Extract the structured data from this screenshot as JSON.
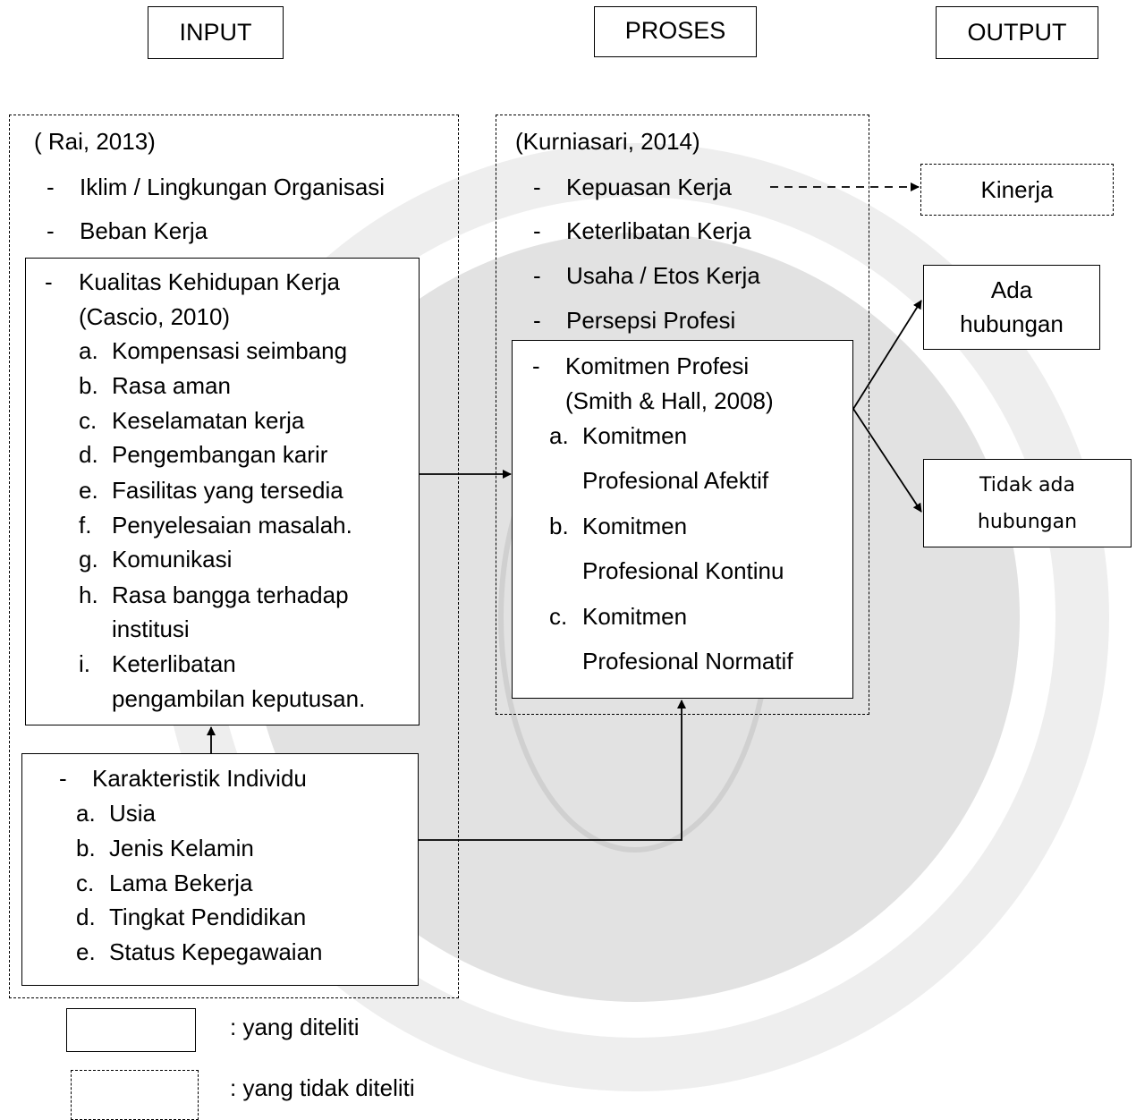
{
  "headers": {
    "input": "INPUT",
    "proses": "PROSES",
    "output": "OUTPUT"
  },
  "input": {
    "source": "( Rai, 2013)",
    "items": [
      "Iklim / Lingkungan Organisasi",
      "Beban Kerja"
    ],
    "qwl": {
      "title": "Kualitas Kehidupan Kerja",
      "source": "(Cascio, 2010)",
      "items": [
        {
          "letter": "a.",
          "text": "Kompensasi seimbang"
        },
        {
          "letter": "b.",
          "text": "Rasa aman"
        },
        {
          "letter": "c.",
          "text": "Keselamatan kerja"
        },
        {
          "letter": "d.",
          "text": "Pengembangan karir"
        },
        {
          "letter": "e.",
          "text": "Fasilitas yang tersedia"
        },
        {
          "letter": "f.",
          "text": "Penyelesaian masalah."
        },
        {
          "letter": "g.",
          "text": "Komunikasi"
        },
        {
          "letter": "h.",
          "text": "Rasa bangga terhadap",
          "text2": "institusi"
        },
        {
          "letter": "i.",
          "text": "Keterlibatan",
          "text2": "pengambilan keputusan."
        }
      ]
    },
    "individu": {
      "title": "Karakteristik Individu",
      "items": [
        {
          "letter": "a.",
          "text": "Usia"
        },
        {
          "letter": "b.",
          "text": "Jenis Kelamin"
        },
        {
          "letter": "c.",
          "text": "Lama Bekerja"
        },
        {
          "letter": "d.",
          "text": "Tingkat Pendidikan"
        },
        {
          "letter": "e.",
          "text": "Status Kepegawaian"
        }
      ]
    }
  },
  "proses": {
    "source": "(Kurniasari, 2014)",
    "items": [
      "Kepuasan Kerja",
      "Keterlibatan Kerja",
      "Usaha / Etos Kerja",
      "Persepsi Profesi"
    ],
    "komitmen": {
      "title": "Komitmen Profesi",
      "source": "(Smith & Hall, 2008)",
      "items": [
        {
          "letter": "a.",
          "text": "Komitmen",
          "text2": "Profesional Afektif"
        },
        {
          "letter": "b.",
          "text": "Komitmen",
          "text2": "Profesional Kontinu"
        },
        {
          "letter": "c.",
          "text": "Komitmen",
          "text2": "Profesional Normatif"
        }
      ]
    }
  },
  "output": {
    "kinerja": "Kinerja",
    "ada": [
      "Ada",
      "hubungan"
    ],
    "tidak": [
      "Tidak ada",
      "hubungan"
    ]
  },
  "legend": {
    "diteliti": ": yang diteliti",
    "tidak_diteliti": ": yang tidak diteliti"
  },
  "dash": "-"
}
